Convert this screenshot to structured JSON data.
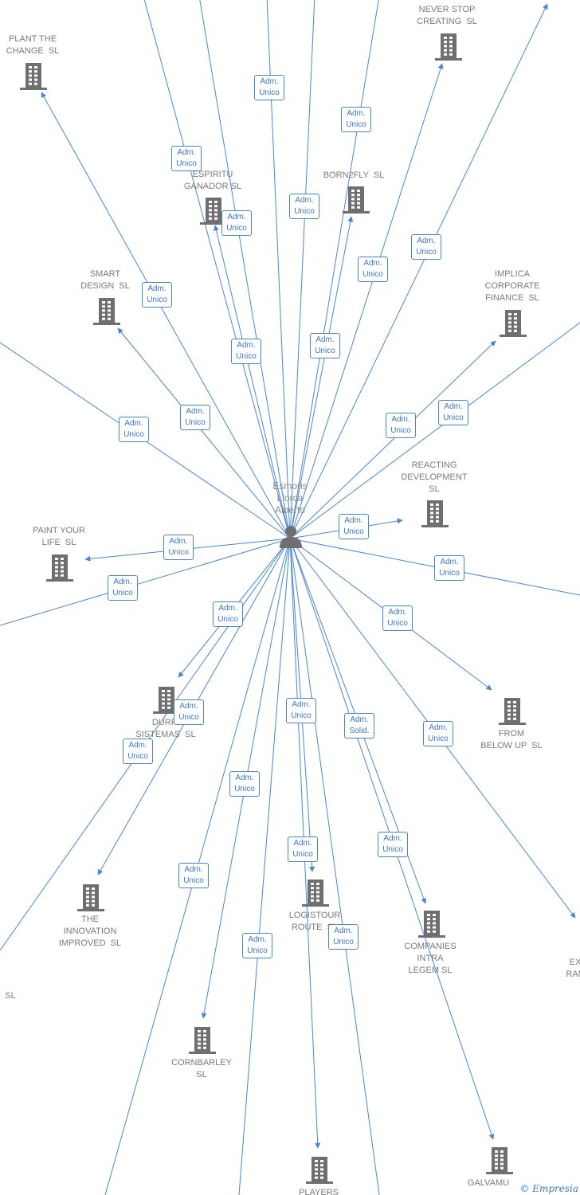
{
  "center": {
    "name": "Esmoris\nLlorca\nAlberto"
  },
  "colors": {
    "edge": "#4a86d0",
    "building": "#6f6f6f",
    "label": "#7a7a7a",
    "role_text": "#3d78c4"
  },
  "companies": [
    {
      "id": "plant-the-change",
      "name": "PLANT THE\nCHANGE  SL"
    },
    {
      "id": "never-stop-creating",
      "name": "NEVER STOP\nCREATING  SL"
    },
    {
      "id": "espiritu-ganador",
      "name": "ESPIRITU\nGANADOR SL"
    },
    {
      "id": "born2fly",
      "name": "BORN2FLY  SL"
    },
    {
      "id": "smart-design",
      "name": "SMART\nDESIGN  SL"
    },
    {
      "id": "implica-corporate-finance",
      "name": "IMPLICA\nCORPORATE\nFINANCE  SL"
    },
    {
      "id": "reacting-development",
      "name": "REACTING\nDEVELOPMENT\nSL"
    },
    {
      "id": "paint-your-life",
      "name": "PAINT YOUR\nLIFE  SL"
    },
    {
      "id": "durpi-sistemas",
      "name": "DURPI\nSISTEMAS  SL"
    },
    {
      "id": "from-below-up",
      "name": "FROM\nBELOW UP  SL"
    },
    {
      "id": "the-innovation-improved",
      "name": "THE\nINNOVATION\nIMPROVED  SL"
    },
    {
      "id": "logistour-route",
      "name": "LOGISTOUR\nROUTE  SL"
    },
    {
      "id": "companies-intra-legem",
      "name": "COMPANIES\nINTRA\nLEGEM SL"
    },
    {
      "id": "cornbarley",
      "name": "CORNBARLEY\nSL"
    },
    {
      "id": "players",
      "name": "PLAYERS"
    },
    {
      "id": "galvamu",
      "name": "GALVAMU"
    },
    {
      "id": "ex-ran",
      "name": "EX\nRAN"
    },
    {
      "id": "left-r",
      "name": "R  SL"
    }
  ],
  "roles": [
    {
      "text": "Adm.\nUnico"
    },
    {
      "text": "Adm.\nUnico"
    },
    {
      "text": "Adm.\nUnico"
    },
    {
      "text": "Adm.\nUnico"
    },
    {
      "text": "Adm.\nUnico"
    },
    {
      "text": "Adm.\nUnico"
    },
    {
      "text": "Adm.\nUnico"
    },
    {
      "text": "Adm.\nUnico"
    },
    {
      "text": "Adm.\nUnico"
    },
    {
      "text": "Adm.\nUnico"
    },
    {
      "text": "Adm.\nUnico"
    },
    {
      "text": "Adm.\nUnico"
    },
    {
      "text": "Adm.\nUnico"
    },
    {
      "text": "Adm.\nUnico"
    },
    {
      "text": "Adm.\nUnico"
    },
    {
      "text": "Adm.\nUnico"
    },
    {
      "text": "Adm.\nUnico"
    },
    {
      "text": "Adm.\nUnico"
    },
    {
      "text": "Adm.\nUnico"
    },
    {
      "text": "Adm.\nUnico"
    },
    {
      "text": "Adm.\nUnico"
    },
    {
      "text": "Adm.\nUnico"
    },
    {
      "text": "Adm.\nSolid."
    },
    {
      "text": "Adm.\nUnico"
    },
    {
      "text": "Adm.\nUnico"
    },
    {
      "text": "Adm.\nUnico"
    },
    {
      "text": "Adm.\nUnico"
    },
    {
      "text": "Adm.\nUnico"
    },
    {
      "text": "Adm.\nUnico"
    },
    {
      "text": "Adm.\nUnico"
    },
    {
      "text": "Adm.\nUnico"
    }
  ],
  "watermark": {
    "symbol": "©",
    "brand": "Empresia"
  }
}
